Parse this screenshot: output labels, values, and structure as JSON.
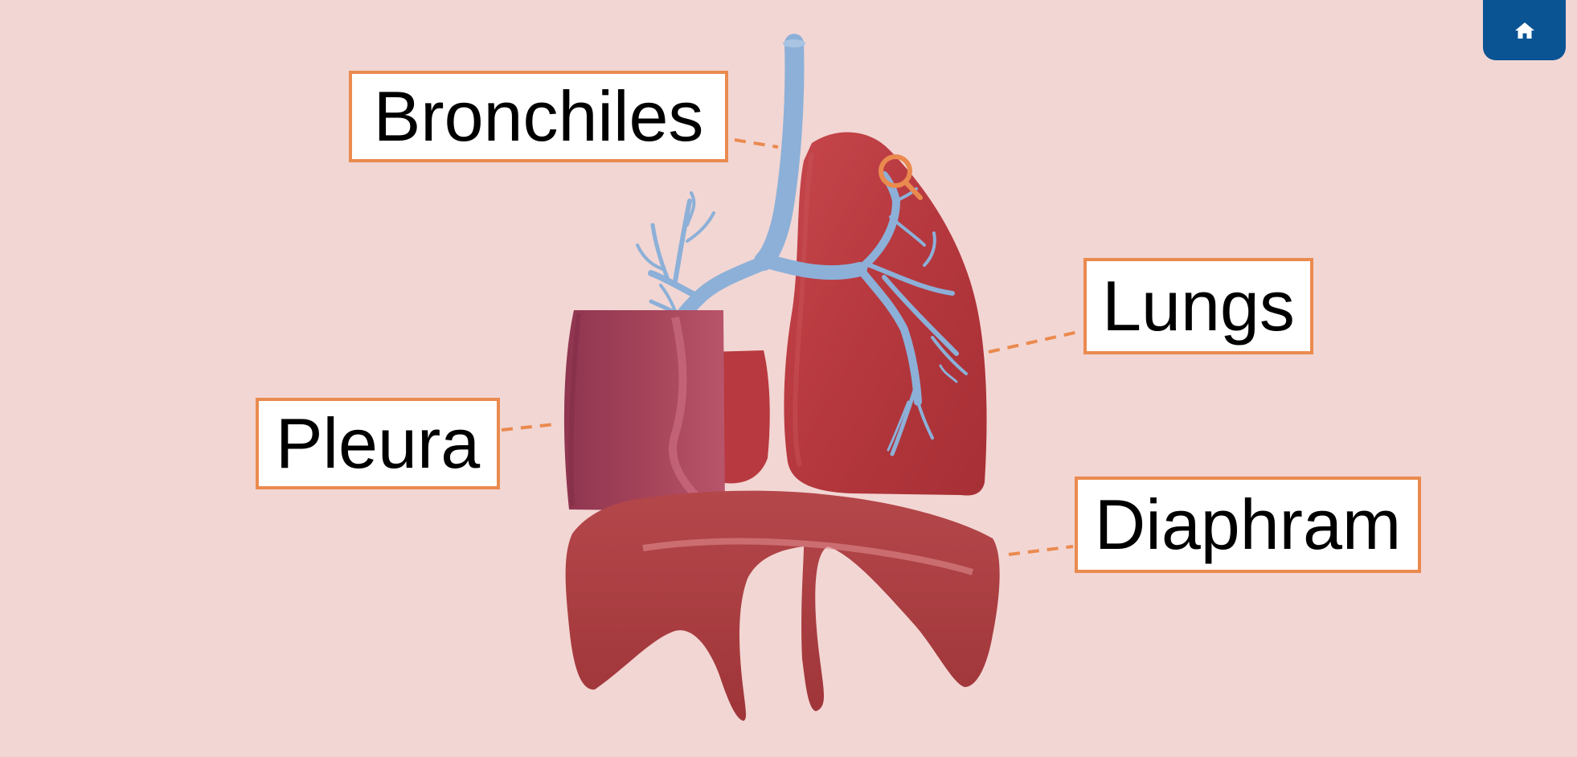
{
  "labels": {
    "bronchiles": "Bronchiles",
    "lungs": "Lungs",
    "pleura": "Pleura",
    "diaphram": "Diaphram"
  },
  "colors": {
    "background": "#f2d6d3",
    "label_border": "#ea8a4f",
    "organ_red": "#b5383e",
    "pleura": "#9c3f55",
    "bronchi_blue": "#8cb0d8",
    "home_button": "#0b5494"
  },
  "icons": {
    "home": "home-icon",
    "zoom": "magnifier-icon"
  }
}
